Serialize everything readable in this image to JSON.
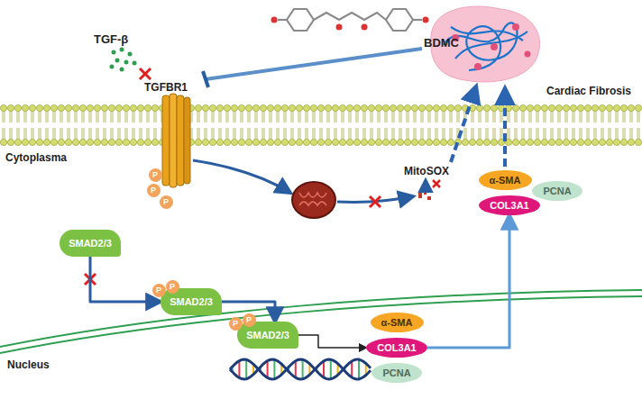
{
  "diagram": {
    "nodes": [
      {
        "text": [
          "SMAD2/3"
        ]
      },
      {
        "text": [
          "SMAD2/3"
        ]
      },
      {
        "text": [
          "SMAD2/3"
        ]
      },
      {
        "text": [
          "α-SMA"
        ]
      },
      {
        "text": [
          "COL3A1"
        ]
      },
      {
        "text": [
          "PCNA"
        ]
      },
      {
        "text": [
          "α-SMA"
        ]
      },
      {
        "text": [
          "COL3A1"
        ]
      },
      {
        "text": [
          "PCNA"
        ]
      },
      {
        "text": [
          "P"
        ]
      },
      {
        "text": [
          "P"
        ]
      },
      {
        "text": [
          "P"
        ]
      },
      {
        "text": [
          "P"
        ]
      },
      {
        "text": [
          "P"
        ]
      },
      {
        "text": [
          "P"
        ]
      },
      {
        "text": [
          "P"
        ]
      }
    ],
    "edges": [
      {
        "from": 0,
        "to": 1,
        "arrow": "to"
      },
      {
        "from": 1,
        "to": 2,
        "arrow": "to"
      },
      {
        "from": 2,
        "to": 7,
        "arrow": "to"
      },
      {
        "from": 7,
        "to": 4,
        "arrow": "to"
      }
    ],
    "labels": [
      "TGF-β",
      "BDMC",
      "TGFBR1",
      "Cytoplasma",
      "MitoSOX",
      "Cardiac Fibrosis",
      "Nucleus"
    ]
  }
}
